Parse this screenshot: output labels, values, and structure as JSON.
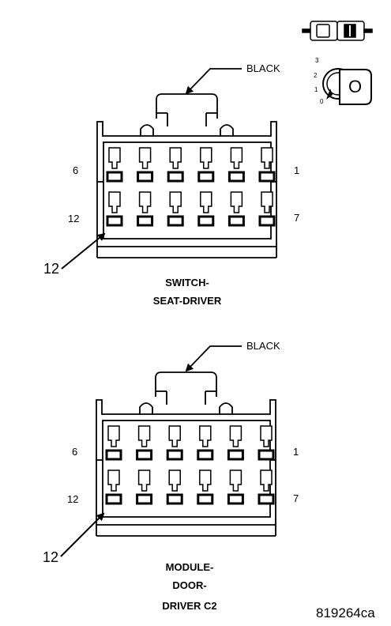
{
  "connectors": [
    {
      "color_label": "BLACK",
      "pin_left_top": "6",
      "pin_right_top": "1",
      "pin_left_bottom": "12",
      "pin_right_bottom": "7",
      "pin_callout": "12",
      "name_lines": [
        "SWITCH-",
        "SEAT-DRIVER"
      ]
    },
    {
      "color_label": "BLACK",
      "pin_left_top": "6",
      "pin_right_top": "1",
      "pin_left_bottom": "12",
      "pin_right_bottom": "7",
      "pin_callout": "12",
      "name_lines": [
        "MODULE-",
        "DOOR-",
        "DRIVER C2"
      ]
    }
  ],
  "ignition_key": {
    "positions": [
      "3",
      "2",
      "1",
      "0"
    ],
    "key_label": "O"
  },
  "figure_code": "819264ca"
}
